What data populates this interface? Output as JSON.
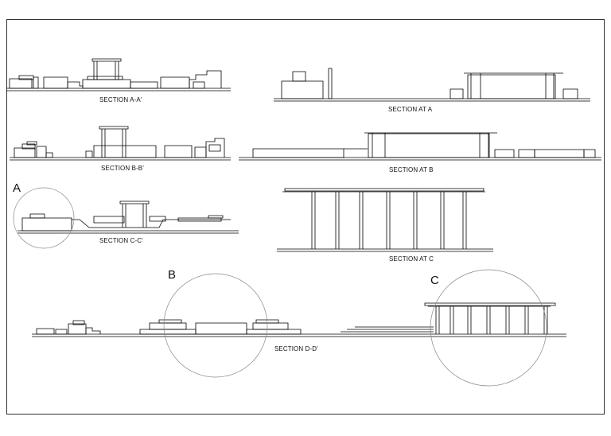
{
  "sheet": {
    "sections": {
      "a_a": "SECTION A-A'",
      "at_a": "SECTION AT A",
      "b_b": "SECTION B-B'",
      "at_b": "SECTION AT B",
      "c_c": "SECTION C-C'",
      "at_c": "SECTION AT C",
      "d_d": "SECTION D-D'"
    },
    "detail_markers": {
      "a": "A",
      "b": "B",
      "c": "C"
    },
    "line_color": "#000000",
    "circle_color": "#888888"
  }
}
